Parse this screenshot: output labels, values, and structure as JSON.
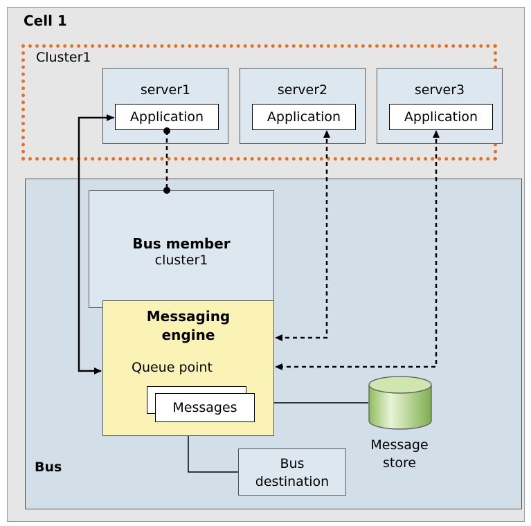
{
  "cell": {
    "title": "Cell 1"
  },
  "cluster": {
    "title": "Cluster1"
  },
  "servers": [
    {
      "name": "server1",
      "app_label": "Application"
    },
    {
      "name": "server2",
      "app_label": "Application"
    },
    {
      "name": "server3",
      "app_label": "Application"
    }
  ],
  "bus": {
    "label": "Bus",
    "member": {
      "title": "Bus member",
      "subtitle": "cluster1"
    },
    "messaging_engine": {
      "title_line1": "Messaging",
      "title_line2": "engine",
      "queue_point": "Queue point",
      "messages": "Messages"
    },
    "destination": {
      "line1": "Bus",
      "line2": "destination"
    },
    "store": {
      "line1": "Message",
      "line2": "store"
    }
  },
  "colors": {
    "cluster_border": "#e37222",
    "engine_fill": "#fbf3b6",
    "store_fill": "#b8d98a"
  }
}
